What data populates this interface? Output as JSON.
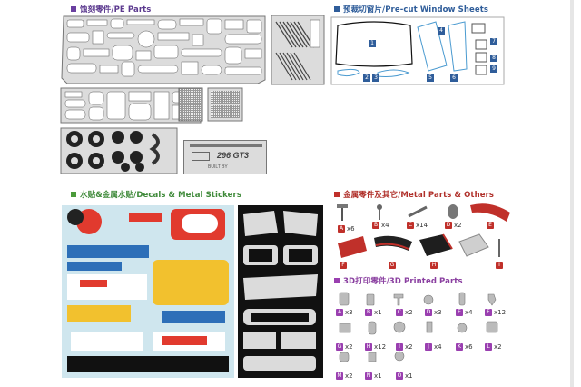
{
  "sections": {
    "pe": {
      "icon": "photo-etch-icon",
      "title": "蚀刻零件/PE Parts"
    },
    "windows": {
      "icon": "window-sheet-icon",
      "title": "预裁切窗片/Pre-cut Window Sheets",
      "numbers": [
        "1",
        "2",
        "3",
        "4",
        "5",
        "6",
        "7",
        "8",
        "9"
      ]
    },
    "decals": {
      "icon": "decal-icon",
      "title": "水贴&金属水贴/Decals & Metal Stickers"
    },
    "metal": {
      "icon": "metal-parts-icon",
      "title": "金属零件及其它/Metal Parts & Others",
      "items": [
        {
          "letter": "A",
          "qty": "x6"
        },
        {
          "letter": "B",
          "qty": "x4"
        },
        {
          "letter": "C",
          "qty": "x14"
        },
        {
          "letter": "D",
          "qty": "x2"
        },
        {
          "letter": "E",
          "qty": ""
        },
        {
          "letter": "F",
          "qty": ""
        },
        {
          "letter": "G",
          "qty": ""
        },
        {
          "letter": "H",
          "qty": ""
        },
        {
          "letter": "I",
          "qty": ""
        }
      ]
    },
    "printed": {
      "icon": "3d-print-icon",
      "title": "3D打印零件/3D Printed Parts",
      "items": [
        {
          "letter": "A",
          "qty": "x3"
        },
        {
          "letter": "B",
          "qty": "x1"
        },
        {
          "letter": "C",
          "qty": "x2"
        },
        {
          "letter": "D",
          "qty": "x3"
        },
        {
          "letter": "E",
          "qty": "x4"
        },
        {
          "letter": "F",
          "qty": "x12"
        },
        {
          "letter": "G",
          "qty": "x2"
        },
        {
          "letter": "H",
          "qty": "x12"
        },
        {
          "letter": "I",
          "qty": "x2"
        },
        {
          "letter": "J",
          "qty": "x4"
        },
        {
          "letter": "K",
          "qty": "x6"
        },
        {
          "letter": "L",
          "qty": "x2"
        },
        {
          "letter": "M",
          "qty": "x2"
        },
        {
          "letter": "N",
          "qty": "x1"
        },
        {
          "letter": "O",
          "qty": "x1"
        }
      ]
    }
  },
  "pe_plate": {
    "model_text": "296 GT3",
    "built_by_label": "BUILT BY"
  },
  "colors": {
    "pe_title": "#5c3a8f",
    "windows_title": "#2f5d9a",
    "decals_title": "#3f8a3a",
    "metal_title": "#b0302a",
    "printed_title": "#8a3fa0"
  }
}
